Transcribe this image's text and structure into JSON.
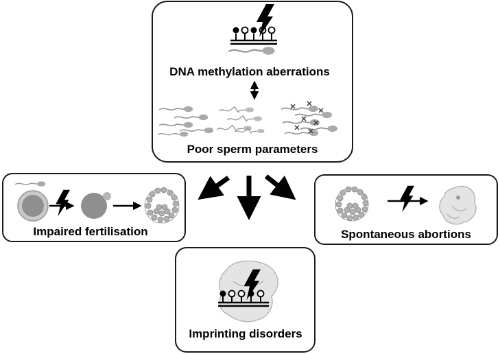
{
  "top_box": {
    "title": "DNA methylation aberrations",
    "subtitle": "Poor sperm parameters"
  },
  "left_box": {
    "label": "Impaired fertilisation"
  },
  "right_box": {
    "label": "Spontaneous abortions"
  },
  "bottom_box": {
    "label": "Imprinting disorders"
  },
  "colors": {
    "stroke": "#1a1a1a",
    "cell_gray": "#8a8a8a",
    "light_gray": "#c8c8c8",
    "box_border": "#1a1a1a"
  }
}
